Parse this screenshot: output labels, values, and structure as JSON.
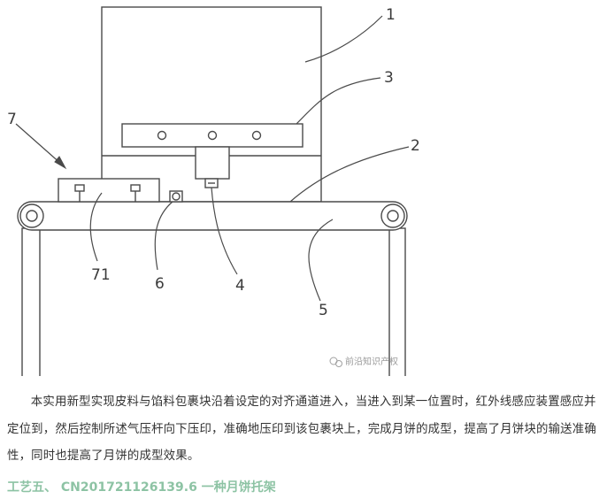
{
  "diagram": {
    "callouts": {
      "c1": "1",
      "c2": "2",
      "c3": "3",
      "c4": "4",
      "c5": "5",
      "c6": "6",
      "c7": "7",
      "c71": "71"
    },
    "watermark": "前沿知识产权"
  },
  "article": {
    "paragraph": "本实用新型实现皮料与馅料包裹块沿着设定的对齐通道进入，当进入到某一位置时，红外线感应装置感应并定位到，然后控制所述气压杆向下压印，准确地压印到该包裹块上，完成月饼的成型，提高了月饼块的输送准确性，同时也提高了月饼的成型效果。",
    "heading": "工艺五、 CN201721126139.6 一种月饼托架"
  }
}
